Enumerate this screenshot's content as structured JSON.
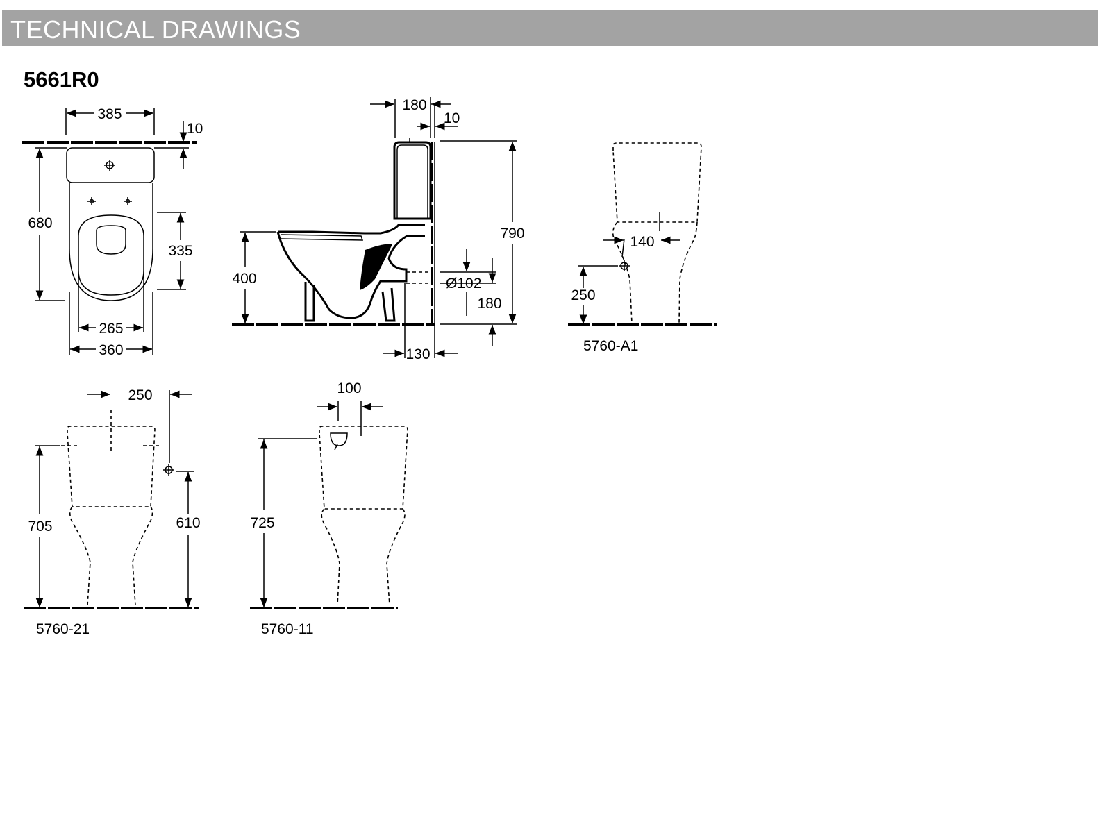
{
  "header": {
    "title": "TECHNICAL DRAWINGS",
    "bar_color": "#a3a3a3"
  },
  "model": {
    "code": "5661R0"
  },
  "top_view": {
    "dims": {
      "width_cistern": "385",
      "wall_gap": "10",
      "depth": "680",
      "seat_depth": "335",
      "seat_width": "265",
      "bowl_width": "360"
    }
  },
  "side_view": {
    "dims": {
      "cistern_depth": "180",
      "wall_gap": "10",
      "total_height": "790",
      "seat_height": "400",
      "outlet_diameter": "Ø102",
      "outlet_height": "180",
      "outlet_offset": "130"
    }
  },
  "variants": [
    {
      "code": "5760-A1",
      "dims": {
        "side_inlet_width": "140",
        "side_inlet_height": "250"
      }
    },
    {
      "code": "5760-21",
      "dims": {
        "inlet_offset": "250",
        "height": "705",
        "inlet_height": "610"
      }
    },
    {
      "code": "5760-11",
      "dims": {
        "inlet_width": "100",
        "height": "725"
      }
    }
  ]
}
